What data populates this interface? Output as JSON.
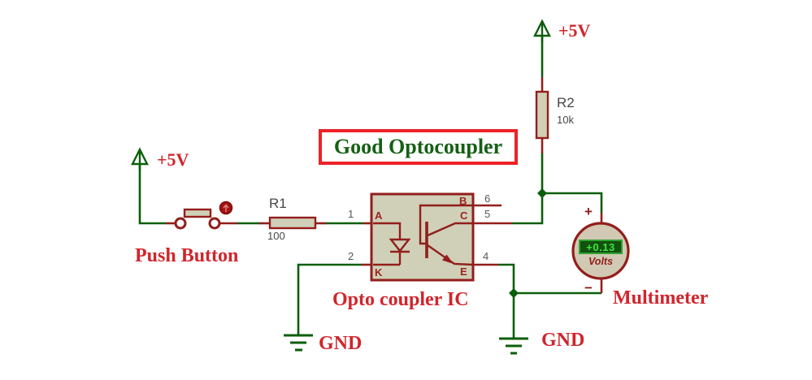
{
  "title_box": {
    "text": "Good Optocoupler"
  },
  "power": {
    "vcc_left": "+5V",
    "vcc_right": "+5V"
  },
  "resistors": {
    "r1": {
      "ref": "R1",
      "value": "100"
    },
    "r2": {
      "ref": "R2",
      "value": "10k"
    }
  },
  "push_button": {
    "label": "Push Button"
  },
  "optocoupler": {
    "label": "Opto coupler IC",
    "pin_numbers": {
      "anode": "1",
      "cathode": "2",
      "emitter": "4",
      "collector": "5",
      "base": "6"
    },
    "pin_letters": {
      "anode": "A",
      "cathode": "K",
      "base": "B",
      "collector": "C",
      "emitter": "E"
    }
  },
  "multimeter": {
    "label": "Multimeter",
    "reading": "+0.13",
    "unit": "Volts",
    "plus": "+",
    "minus": "−"
  },
  "ground": {
    "left": "GND",
    "right": "GND"
  },
  "colors": {
    "wire_green": "#0B5E0B",
    "component_red": "#921E1B",
    "body_fill": "#D0D0B8",
    "label_red": "#D0252C",
    "title_green": "#156015",
    "title_border_red": "#EC2227",
    "display_bg": "#12520F",
    "display_text_green": "#3FE43F",
    "button_dot_red": "#A51212"
  }
}
